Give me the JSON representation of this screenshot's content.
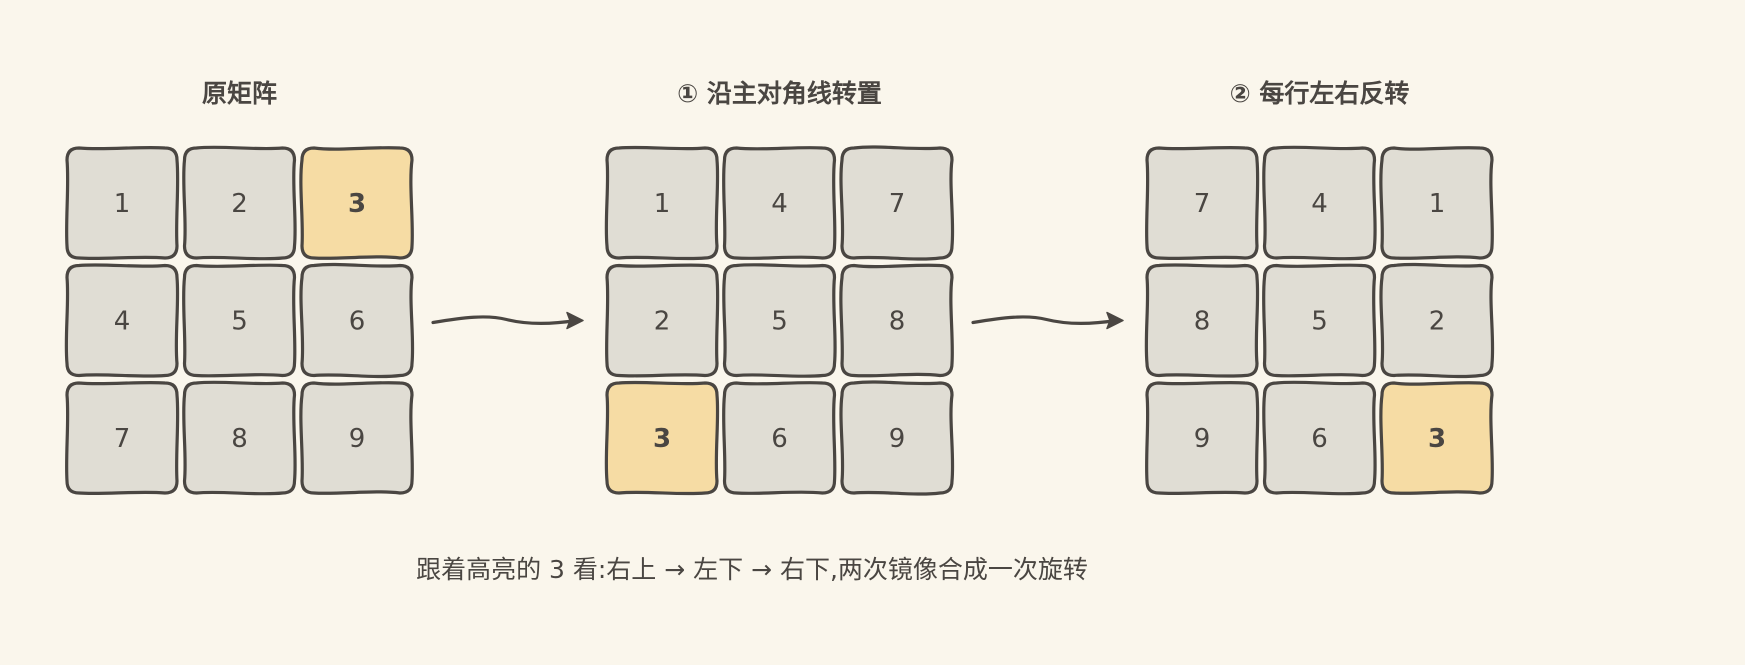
{
  "panels": [
    {
      "title": "原矩阵",
      "grid": [
        [
          "1",
          "2",
          "3"
        ],
        [
          "4",
          "5",
          "6"
        ],
        [
          "7",
          "8",
          "9"
        ]
      ],
      "highlight": "3"
    },
    {
      "title": "① 沿主对角线转置",
      "grid": [
        [
          "1",
          "4",
          "7"
        ],
        [
          "2",
          "5",
          "8"
        ],
        [
          "3",
          "6",
          "9"
        ]
      ],
      "highlight": "3"
    },
    {
      "title": "② 每行左右反转",
      "grid": [
        [
          "7",
          "4",
          "1"
        ],
        [
          "8",
          "5",
          "2"
        ],
        [
          "9",
          "6",
          "3"
        ]
      ],
      "highlight": "3"
    }
  ],
  "arrows": [
    "transpose-arrow",
    "reverse-arrow"
  ],
  "caption": "跟着高亮的 3 看:右上 → 左下 → 右下,两次镜像合成一次旋转",
  "colors": {
    "background": "#faf6ec",
    "cell_fill": "#e0ddd4",
    "highlight_fill": "#f6dca4",
    "ink": "#4a4642"
  }
}
